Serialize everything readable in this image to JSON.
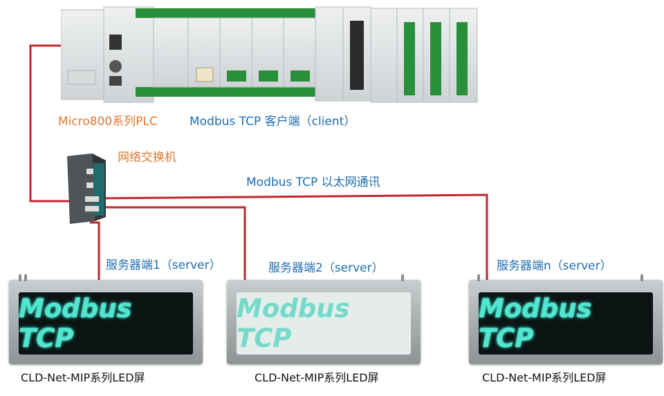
{
  "labels": {
    "plc": "Micro800系列PLC",
    "client": "Modbus TCP 客户端（client）",
    "switch": "网络交换机",
    "comm": "Modbus TCP 以太网通讯",
    "server1": "服务器端1（server）",
    "server2": "服务器端2（server）",
    "servern": "服务器端n（server）"
  },
  "screens": [
    {
      "text": "Modbus TCP",
      "caption": "CLD-Net-MIP系列LED屏"
    },
    {
      "text": "Modbus TCP",
      "caption": "CLD-Net-MIP系列LED屏"
    },
    {
      "text": "Modbus TCP",
      "caption": "CLD-Net-MIP系列LED屏"
    }
  ],
  "colors": {
    "wire": "#c0262c",
    "label_orange": "#e0782d",
    "label_blue": "#1f6db0",
    "led_glow": "#52e6d1"
  }
}
